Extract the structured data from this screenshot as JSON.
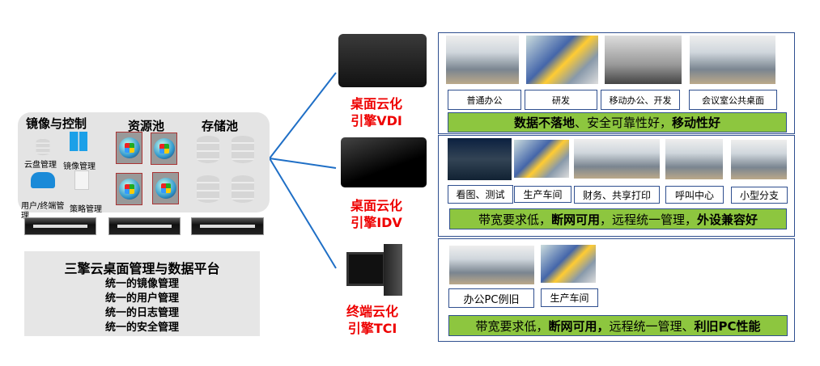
{
  "left": {
    "headers": {
      "image_control": "镜像与控制",
      "resource_pool": "资源池",
      "storage_pool": "存储池"
    },
    "items": [
      "云盘管理",
      "镜像管理",
      "用户/终端管理",
      "策略管理"
    ],
    "platform": {
      "title": "三擎云桌面管理与数据平台",
      "lines": [
        "统一的镜像管理",
        "统一的用户管理",
        "统一的日志管理",
        "统一的安全管理"
      ]
    }
  },
  "engines": [
    {
      "line1": "桌面云化",
      "line2": "引擎VDI"
    },
    {
      "line1": "桌面云化",
      "line2": "引擎IDV"
    },
    {
      "line1": "终端云化",
      "line2": "引擎TCI"
    }
  ],
  "vdi": {
    "labels": [
      "普通办公",
      "研发",
      "移动办公、开发",
      "会议室公共桌面"
    ],
    "summary": [
      "数据不落地",
      "、安全可靠性好，",
      "移动性好"
    ]
  },
  "idv": {
    "labels": [
      "看图、测试",
      "生产车间",
      "财务、共享打印",
      "呼叫中心",
      "小型分支"
    ],
    "summary": [
      "带宽要求低，",
      "断网可用",
      "，远程统一管理，",
      "外设兼容好"
    ]
  },
  "tci": {
    "labels": [
      "办公PC例旧",
      "生产车间"
    ],
    "summary": [
      "带宽要求低，",
      "断网可用，",
      "远程统一管理、",
      "利旧PC性能"
    ]
  },
  "colors": {
    "accent_red": "#ee0000",
    "green": "#8dc63f",
    "line_blue": "#1f6fc6"
  }
}
